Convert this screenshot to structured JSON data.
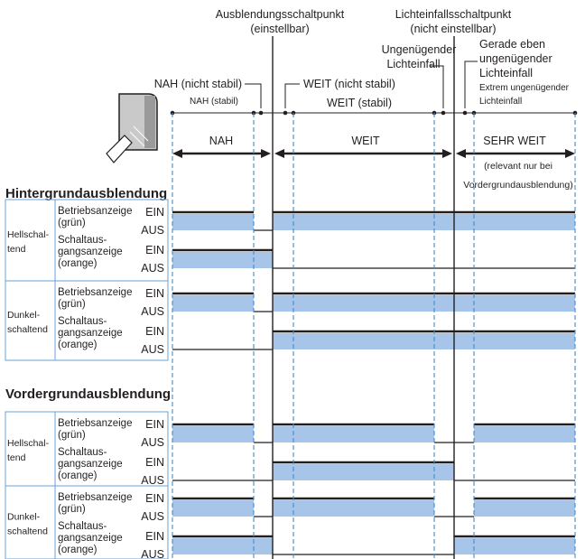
{
  "header": {
    "blanking_point_line1": "Ausblendungsschaltpunkt",
    "blanking_point_line2": "(einstellbar)",
    "light_point_line1": "Lichteinfallsschaltpunkt",
    "light_point_line2": "(nicht einstellbar)",
    "insufficient_line1": "Ungenügender",
    "insufficient_line2": "Lichteinfall",
    "barely_line1": "Gerade eben",
    "barely_line2": "ungenügender",
    "barely_line3": "Lichteinfall",
    "extreme_line1": "Extrem ungenügender",
    "extreme_line2": "Lichteinfall",
    "nah_unstable": "NAH (nicht stabil)",
    "weit_unstable": "WEIT (nicht stabil)",
    "nah_stable": "NAH (stabil)",
    "weit_stable": "WEIT (stabil)"
  },
  "zones": {
    "nah": "NAH",
    "weit": "WEIT",
    "sehr_weit": "SEHR WEIT",
    "note_line1": "(relevant nur bei",
    "note_line2": "Vordergrundausblendung)"
  },
  "sections": [
    {
      "title": "Hintergrundausblendung",
      "groups": [
        {
          "mode_line1": "Hellschal-",
          "mode_line2": "tend",
          "betriebs_states": [
            1,
            0,
            1,
            1,
            1,
            1,
            1
          ],
          "schalt_states": [
            1,
            1,
            0,
            0,
            0,
            0,
            0
          ]
        },
        {
          "mode_line1": "Dunkel-",
          "mode_line2": "schaltend",
          "betriebs_states": [
            1,
            0,
            1,
            1,
            1,
            1,
            1
          ],
          "schalt_states": [
            0,
            0,
            1,
            1,
            1,
            1,
            1
          ]
        }
      ]
    },
    {
      "title": "Vordergrundausblendung",
      "groups": [
        {
          "mode_line1": "Hellschal-",
          "mode_line2": "tend",
          "betriebs_states": [
            1,
            0,
            1,
            1,
            0,
            0,
            1
          ],
          "schalt_states": [
            0,
            0,
            1,
            1,
            1,
            0,
            0
          ]
        },
        {
          "mode_line1": "Dunkel-",
          "mode_line2": "schaltend",
          "betriebs_states": [
            1,
            0,
            1,
            1,
            0,
            0,
            1
          ],
          "schalt_states": [
            1,
            1,
            0,
            0,
            0,
            1,
            1
          ]
        }
      ]
    }
  ],
  "labels": {
    "betriebs_line1": "Betriebsanzeige",
    "betriebs_line2": "(grün)",
    "schalt_line1": "Schaltaus-",
    "schalt_line2": "gangsanzeige",
    "schalt_line3": "(orange)",
    "on": "EIN",
    "off": "AUS"
  },
  "colors": {
    "ink": "#231f20",
    "fill": "#a7c5e8",
    "dashed": "#3a8fd0",
    "table_border": "#6aa3da"
  },
  "icons": {
    "sensor": "photoelectric-sensor-icon"
  }
}
